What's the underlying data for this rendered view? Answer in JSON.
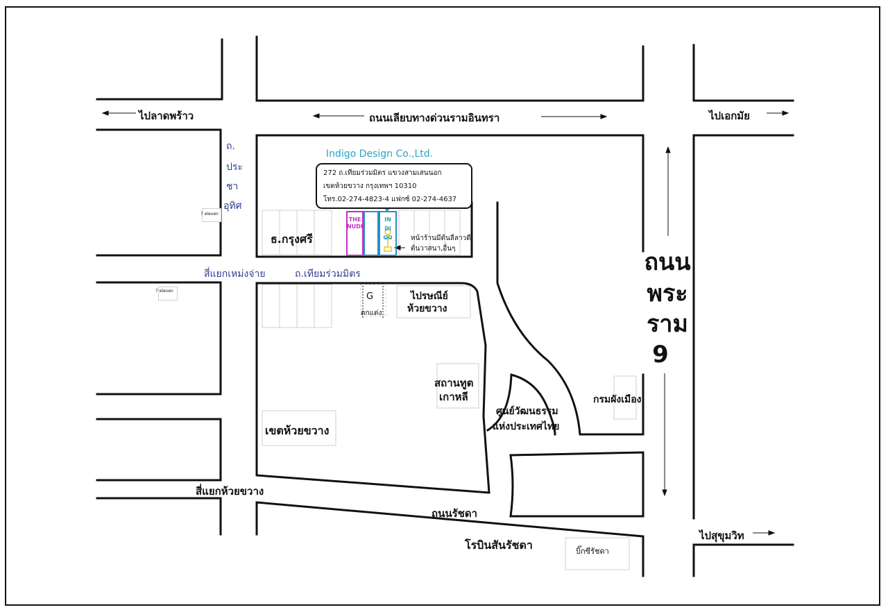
{
  "roads": {
    "lat_phrao": "ไปลาดพร้าว",
    "expressway": "ถนนเลียบทางด่วนรามอินทรา",
    "ekkamai": "ไปเอกมัย",
    "pracha_uthit": [
      "ถ.",
      "ประ",
      "ชา",
      "อุทิศ"
    ],
    "mengjai_intersection": "สี่แยกเหม่งจ่าย",
    "thiam_ruam_mit": "ถ.เทียมร่วมมิตร",
    "rama9": [
      "ถนน",
      "พระ",
      "ราม",
      "9"
    ],
    "huai_khwang_intersection": "สี่แยกห้วยขวาง",
    "ratchada": "ถนนรัชดา",
    "sukhumvit": "ไปสุขุมวิท"
  },
  "company": {
    "name": "Indigo Design Co.,Ltd.",
    "address_lines": [
      "272 ถ.เทียมร่วมมิตร  แขวงสามเสนนอก",
      "เขตห้วยขวาง  กรุงเทพฯ  10310",
      "โทร.02-274-4823-4  แฟกซ์  02-274-4637"
    ],
    "shop_box": "IN",
    "shop_box_line2": "DI",
    "shop_box_line3": "GO"
  },
  "places": {
    "seven_eleven_1": "7 eleven",
    "seven_eleven_2": "7 eleven",
    "krungsri": "ธ.กรุงศรี",
    "the_nude": "THE",
    "the_nude_line2": "NUDE",
    "shop_front_note": "หน้าร้านมีต้นลีลาวดี,",
    "shop_front_note_line2": "ต้นวาสนา,อื่นๆ",
    "g_label": "G",
    "decor_shop": "ตกแต่ง",
    "post_office": "ไปรษณีย์",
    "post_office_line2": "ห้วยขวาง",
    "korea_embassy": "สถานทูต",
    "korea_embassy_line2": "เกาหลี",
    "cultural_centre": "ศูนย์วัฒนธรรม",
    "cultural_centre_line2": "แห่งประเทศไทย",
    "town_planning": "กรมผังเมือง",
    "huai_khwang_district": "เขตห้วยขวาง",
    "robinson": "โรบินสันรัชดา",
    "big_c": "บิ๊กซีรัชดา"
  },
  "colors": {
    "line": "#111111",
    "road_label": "#2f3f8f",
    "company": "#2aa3c8",
    "the_nude": "#c430c4",
    "box_blue": "#2a90c0",
    "landmark": "#f0c020"
  }
}
